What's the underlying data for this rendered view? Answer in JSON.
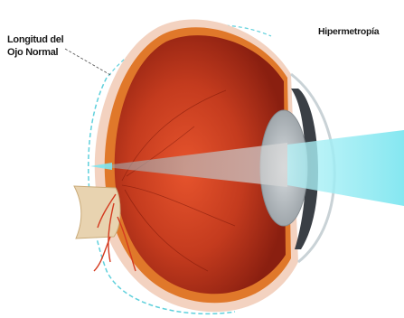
{
  "labels": {
    "title": "Hipermetropía",
    "normal_length_line1": "Longitud del",
    "normal_length_line2": "Ojo Normal"
  },
  "colors": {
    "sclera_outer": "#f0c9b3",
    "choroid": "#e07a2c",
    "retina_inner": "#b8321b",
    "light_beam": "#7fe6f0",
    "normal_length_outline": "#5fd0dc",
    "lens": "#b8bdc1",
    "iris": "#3a3f45",
    "optic_nerve": "#e8d3b0"
  }
}
